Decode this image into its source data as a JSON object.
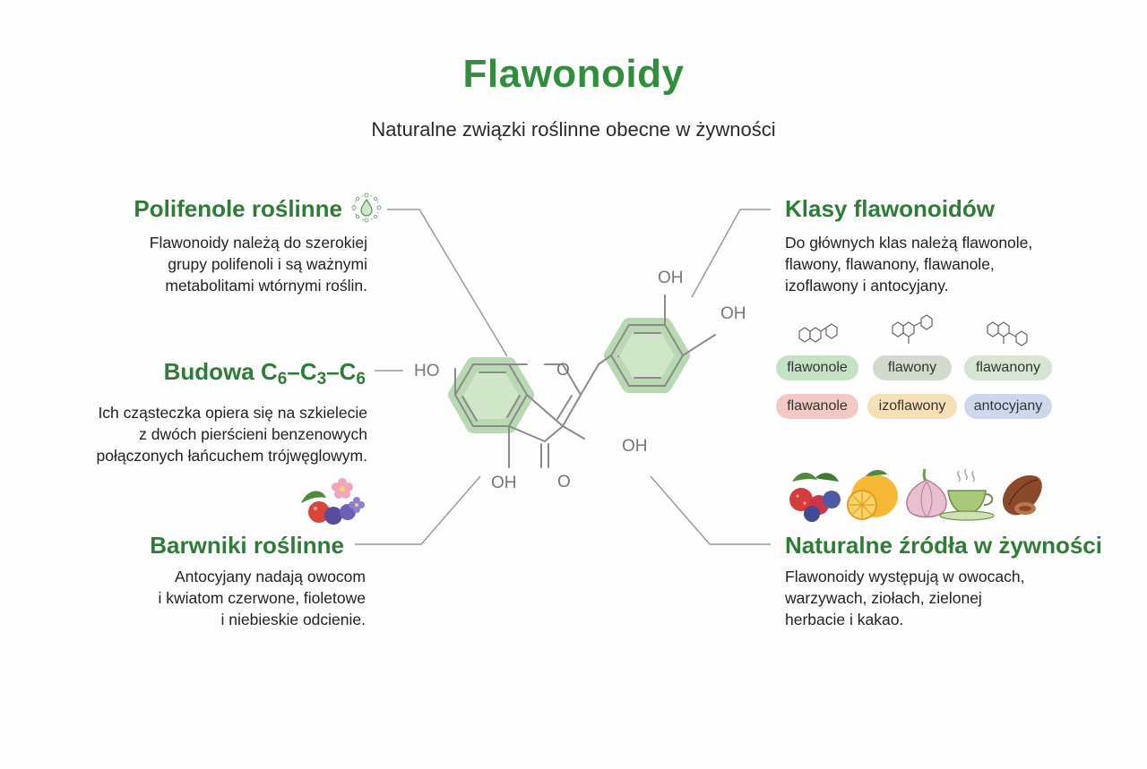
{
  "header": {
    "title": "Flawonoidy",
    "subtitle": "Naturalne związki roślinne obecne w żywności"
  },
  "left": {
    "polifenole": {
      "title": "Polifenole roślinne",
      "lines": [
        "Flawonoidy należą do szerokiej",
        "grupy polifenoli i są ważnymi",
        "metabolitami wtórnymi roślin."
      ]
    },
    "budowa": {
      "title_c": "C",
      "title_6": "6",
      "title_3": "3",
      "title_prefix": "Budowa ",
      "lines": [
        "Ich cząsteczka opiera się na szkielecie",
        "z dwóch pierścieni benzenowych",
        "połączonych łańcuchem trójwęglowym."
      ]
    },
    "barwniki": {
      "title": "Barwniki roślinne",
      "lines": [
        "Antocyjany nadają owocom",
        "i kwiatom czerwone, fioletowe",
        "i niebieskie odcienie."
      ]
    }
  },
  "right": {
    "klasy": {
      "title": "Klasy flawonoidów",
      "lines": [
        "Do głównych klas należą flawonole,",
        "flawony, flawanony, flawanole,",
        "izoflawony i antocyjany."
      ],
      "badges": [
        {
          "label": "flawonole",
          "color": "#c5e3c4"
        },
        {
          "label": "flawony",
          "color": "#d3dccc"
        },
        {
          "label": "flawanony",
          "color": "#d6e6d2"
        },
        {
          "label": "flawanole",
          "color": "#f3c9c6"
        },
        {
          "label": "izoflawony",
          "color": "#f7dfb6"
        },
        {
          "label": "antocyjany",
          "color": "#cdd8ec"
        }
      ]
    },
    "zrodla": {
      "title": "Naturalne źródła w żywności",
      "lines": [
        "Flawonoidy występują w owocach,",
        "warzywach, ziołach, zielonej",
        "herbacie i kakao."
      ]
    }
  },
  "molecule": {
    "labels": {
      "oh_top": "OH",
      "oh_right": "OH",
      "ho_left": "HO",
      "o_ring": "O",
      "oh_3": "OH",
      "oh_5": "OH",
      "o_keto": "O"
    }
  },
  "colors": {
    "title_green": "#2f8f3a",
    "heading_green": "#2d7d36",
    "ring_fill": "#cfe6c8",
    "bond": "#8a8a8a"
  }
}
